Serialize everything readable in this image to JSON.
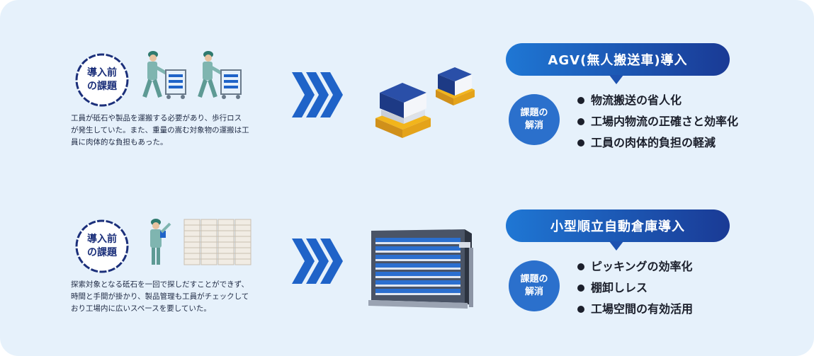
{
  "colors": {
    "navy": "#1b2f7a",
    "blue": "#2b70cc",
    "banner_start": "#1f77d4",
    "banner_end": "#1a3a95",
    "chevron": "#1f63c8",
    "panel": "#e6f1fb"
  },
  "rows": [
    {
      "before_badge": [
        "導入前",
        "の課題"
      ],
      "description": [
        "工員が砥石や製品を運搬する必要があり、歩行ロス",
        "が発生していた。また、重量の嵩む対象物の運搬は工",
        "員に肉体的な負担もあった。"
      ],
      "illustration": "workers-pushing-carts-icon",
      "product_icon": "agv-robot-icon",
      "solution_title": "AGV(無人搬送車)導入",
      "solve_badge": [
        "課題の",
        "解消"
      ],
      "points": [
        "物流搬送の省人化",
        "工場内物流の正確さと効率化",
        "工員の肉体的負担の軽減"
      ]
    },
    {
      "before_badge": [
        "導入前",
        "の課題"
      ],
      "description": [
        "探索対象となる砥石を一回で探しだすことができず、",
        "時間と手間が掛かり、製品管理も工員がチェックして",
        "おり工場内に広いスペースを要していた。"
      ],
      "illustration": "worker-with-shelves-icon",
      "product_icon": "automated-warehouse-icon",
      "solution_title": "小型順立自動倉庫導入",
      "solve_badge": [
        "課題の",
        "解消"
      ],
      "points": [
        "ピッキングの効率化",
        "棚卸しレス",
        "工場空間の有効活用"
      ]
    }
  ]
}
